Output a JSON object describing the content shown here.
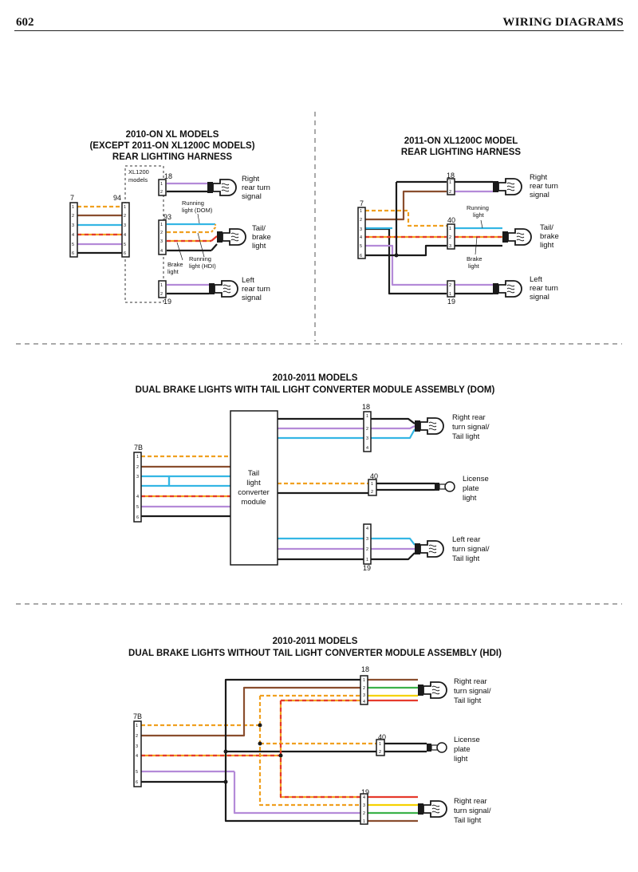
{
  "header": {
    "page_number": "602",
    "title": "WIRING DIAGRAMS"
  },
  "diagram1": {
    "title": [
      "2010-ON XL MODELS",
      "(EXCEPT 2011-ON XL1200C MODELS)",
      "REAR LIGHTING HARNESS"
    ],
    "xl1200_label": [
      "XL1200",
      "models"
    ],
    "conn7": "7",
    "conn94": "94",
    "conn18": "18",
    "conn93": "93",
    "conn19": "19",
    "running_dom": [
      "Running",
      "light (DOM)"
    ],
    "running_hdi": [
      "Running",
      "light (HDI)"
    ],
    "brake_light": [
      "Brake",
      "light"
    ],
    "right_turn": [
      "Right",
      "rear turn",
      "signal"
    ],
    "tail_brake": [
      "Tail/",
      "brake",
      "light"
    ],
    "left_turn": [
      "Left",
      "rear turn",
      "signal"
    ]
  },
  "diagram2": {
    "title": [
      "2011-ON XL1200C MODEL",
      "REAR LIGHTING HARNESS"
    ],
    "conn7": "7",
    "conn18": "18",
    "conn40": "40",
    "conn19": "19",
    "running_light": [
      "Running",
      "light"
    ],
    "brake_light": [
      "Brake",
      "light"
    ],
    "right_turn": [
      "Right",
      "rear turn",
      "signal"
    ],
    "tail_brake": [
      "Tail/",
      "brake",
      "light"
    ],
    "left_turn": [
      "Left",
      "rear turn",
      "signal"
    ]
  },
  "diagram3": {
    "title": [
      "2010-2011 MODELS",
      "DUAL BRAKE LIGHTS WITH TAIL LIGHT CONVERTER MODULE ASSEMBLY (DOM)"
    ],
    "conn7b": "7B",
    "conn18": "18",
    "conn40": "40",
    "conn19": "19",
    "module": [
      "Tail",
      "light",
      "converter",
      "module"
    ],
    "right_label": [
      "Right rear",
      "turn signal/",
      "Tail light"
    ],
    "license_label": [
      "License",
      "plate",
      "light"
    ],
    "left_label": [
      "Left rear",
      "turn signal/",
      "Tail light"
    ]
  },
  "diagram4": {
    "title": [
      "2010-2011 MODELS",
      "DUAL BRAKE LIGHTS WITHOUT TAIL LIGHT CONVERTER MODULE ASSEMBLY (HDI)"
    ],
    "conn7b": "7B",
    "conn18": "18",
    "conn40": "40",
    "conn19": "19",
    "right_label": [
      "Right rear",
      "turn signal/",
      "Tail light"
    ],
    "license_label": [
      "License",
      "plate",
      "light"
    ],
    "lower_label": [
      "Right rear",
      "turn signal/",
      "Tail light"
    ]
  },
  "pins": {
    "n1": "1",
    "n2": "2",
    "n3": "3",
    "n4": "4",
    "n5": "5",
    "n6": "6"
  },
  "colors": {
    "orange": "#f0a020",
    "brown": "#8a4e2e",
    "blue": "#34b6e4",
    "red": "#e63a2c",
    "violet": "#b48ad8",
    "black": "#1a1a1a",
    "yellow": "#f6d200",
    "green": "#3cb24a",
    "divider": "#555555"
  }
}
